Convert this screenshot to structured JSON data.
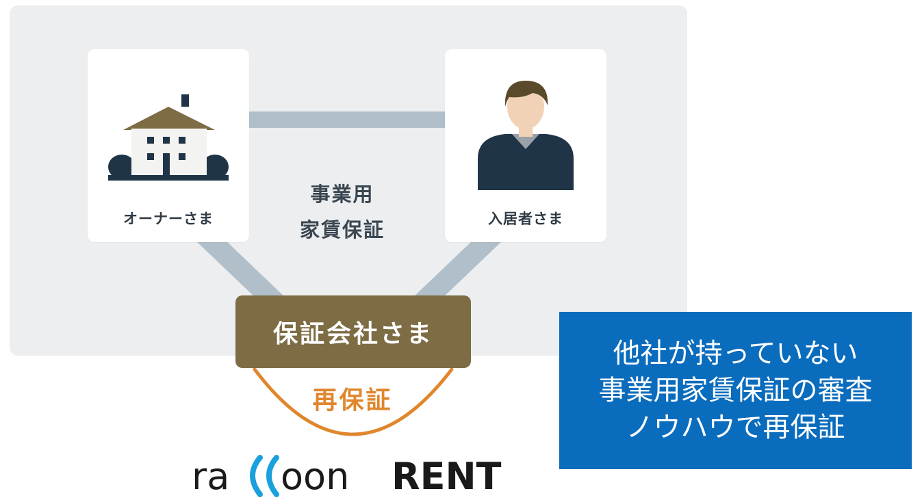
{
  "diagram": {
    "owner_label": "オーナーさま",
    "tenant_label": "入居者さま",
    "center_label_line1": "事業用",
    "center_label_line2": "家賃保証",
    "guarantor_label": "保証会社さま",
    "reguarantee_label": "再保証",
    "logo_text": "raccoon RENT",
    "colors": {
      "panel": "#eceef0",
      "connector": "#b0bfc9",
      "guarantor": "#7d6c44",
      "arc": "#e0862c",
      "callout": "#0a6cbd"
    }
  },
  "callout": {
    "line1": "他社が持っていない",
    "line2": "事業用家賃保証の審査",
    "line3": "ノウハウで再保証"
  }
}
